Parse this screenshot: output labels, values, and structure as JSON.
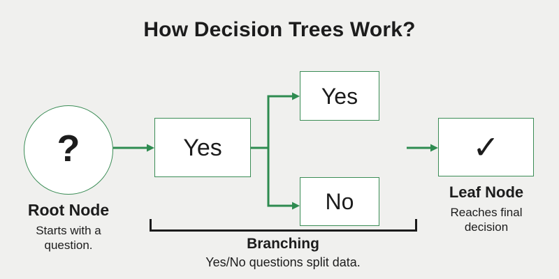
{
  "theme": {
    "background": "#f0f0ee",
    "accent": "#2e8b50",
    "box_border": "#3a8c55",
    "node_fill": "#ffffff",
    "ink": "#1c1c1c",
    "bracket": "#1b1b1b"
  },
  "title": "How Decision Trees Work?",
  "diagram": {
    "root": {
      "symbol": "?",
      "label": "Root Node",
      "description": "Starts with a question."
    },
    "decision_box": {
      "label": "Yes"
    },
    "branch_yes_box": {
      "label": "Yes"
    },
    "branch_no_box": {
      "label": "No"
    },
    "leaf": {
      "symbol": "✓",
      "label": "Leaf Node",
      "description": "Reaches final decision"
    },
    "branching_annotation": {
      "label": "Branching",
      "description": "Yes/No questions split data."
    }
  }
}
